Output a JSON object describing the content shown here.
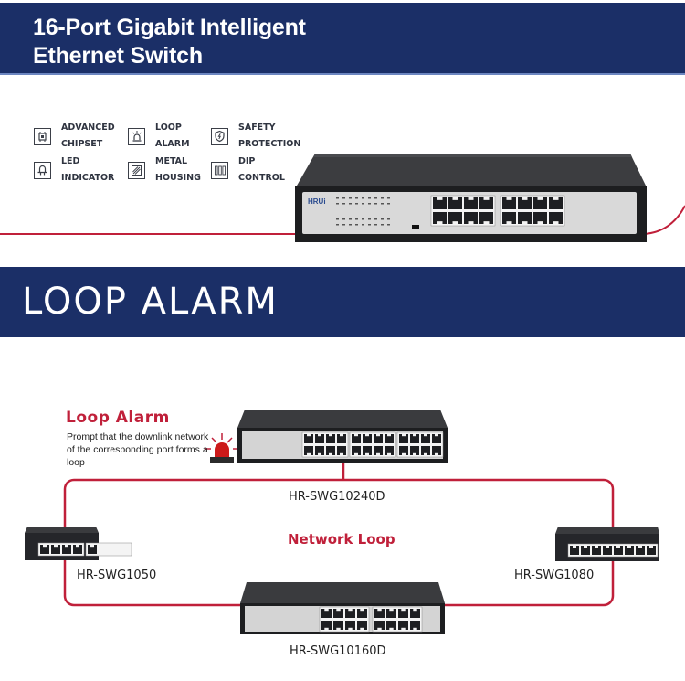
{
  "header": {
    "title_line1": "16-Port Gigabit Intelligent",
    "title_line2": "Ethernet Switch"
  },
  "features": [
    {
      "icon": "chipset-icon",
      "line1": "ADVANCED",
      "line2": "CHIPSET"
    },
    {
      "icon": "alarm-light-icon",
      "line1": "LOOP",
      "line2": "ALARM"
    },
    {
      "icon": "shield-icon",
      "line1": "SAFETY",
      "line2": "PROTECTION"
    },
    {
      "icon": "led-icon",
      "line1": "LED",
      "line2": "INDICATOR"
    },
    {
      "icon": "metal-housing-icon",
      "line1": "METAL",
      "line2": "HOUSING"
    },
    {
      "icon": "dip-switch-icon",
      "line1": "DIP",
      "line2": "CONTROL"
    }
  ],
  "product": {
    "brand": "HRUi",
    "ports": 16
  },
  "section": {
    "title": "LOOP ALARM"
  },
  "diagram": {
    "alarm_title": "Loop Alarm",
    "alarm_desc": "Prompt that the downlink network of the corresponding port forms a loop",
    "loop_label": "Network Loop",
    "devices": [
      {
        "model": "HR-SWG10240D",
        "ports": 24
      },
      {
        "model": "HR-SWG1050",
        "ports": 5
      },
      {
        "model": "HR-SWG1080",
        "ports": 8
      },
      {
        "model": "HR-SWG10160D",
        "ports": 16
      }
    ]
  },
  "colors": {
    "banner": "#1b2f67",
    "accent_red": "#c0203a",
    "text_dark": "#222222"
  }
}
